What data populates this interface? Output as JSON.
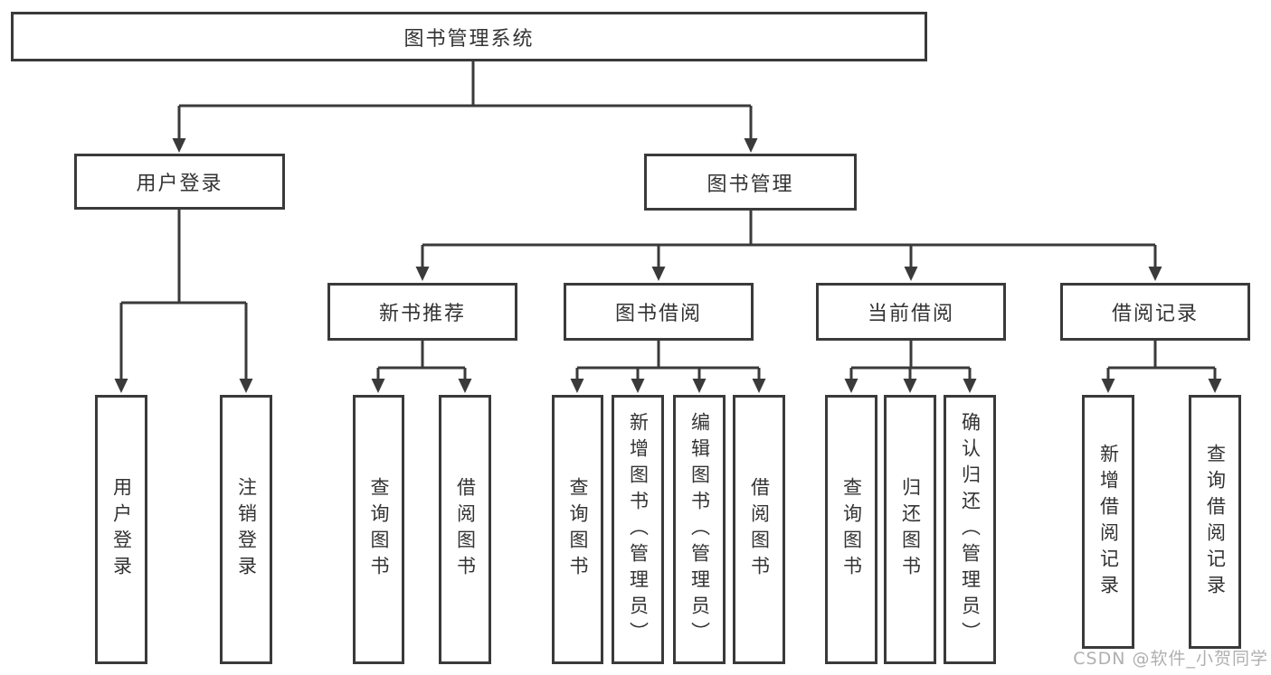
{
  "nodes": {
    "root": "图书管理系统",
    "userLogin": {
      "label": "用户登录",
      "children": [
        "用户登录",
        "注销登录"
      ]
    },
    "bookManagement": {
      "label": "图书管理",
      "modules": [
        {
          "label": "新书推荐",
          "children": [
            "查询图书",
            "借阅图书"
          ]
        },
        {
          "label": "图书借阅",
          "children": [
            "查询图书",
            "新增图书（管理员）",
            "编辑图书（管理员）",
            "借阅图书"
          ]
        },
        {
          "label": "当前借阅",
          "children": [
            "查询图书",
            "归还图书",
            "确认归还（管理员）"
          ]
        },
        {
          "label": "借阅记录",
          "children": [
            "新增借阅记录",
            "查询借阅记录"
          ]
        }
      ]
    }
  },
  "watermark": "CSDN @软件_小贺同学",
  "colors": {
    "line": "#3a3a3a",
    "box_border": "#3a3a3a",
    "text": "#333333",
    "watermark": "#b0b0b0",
    "background": "#ffffff"
  }
}
